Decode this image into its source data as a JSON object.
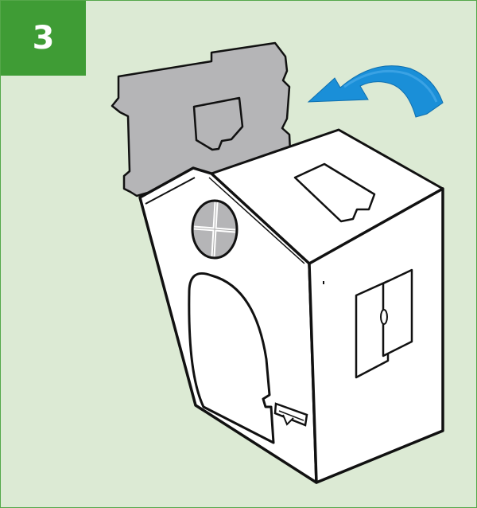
{
  "step": {
    "number": "3"
  },
  "colors": {
    "panel_background": "#dcead4",
    "panel_border": "#55a84a",
    "badge_background": "#3f9c35",
    "badge_text": "#ffffff",
    "roof_panel": "#b5b5b7",
    "house_fill": "#ffffff",
    "outline": "#111111",
    "arrow": "#1a8fd8"
  },
  "illustration": {
    "icons": [
      "cardboard-house",
      "roof-panel",
      "rotate-arrow-icon"
    ]
  }
}
